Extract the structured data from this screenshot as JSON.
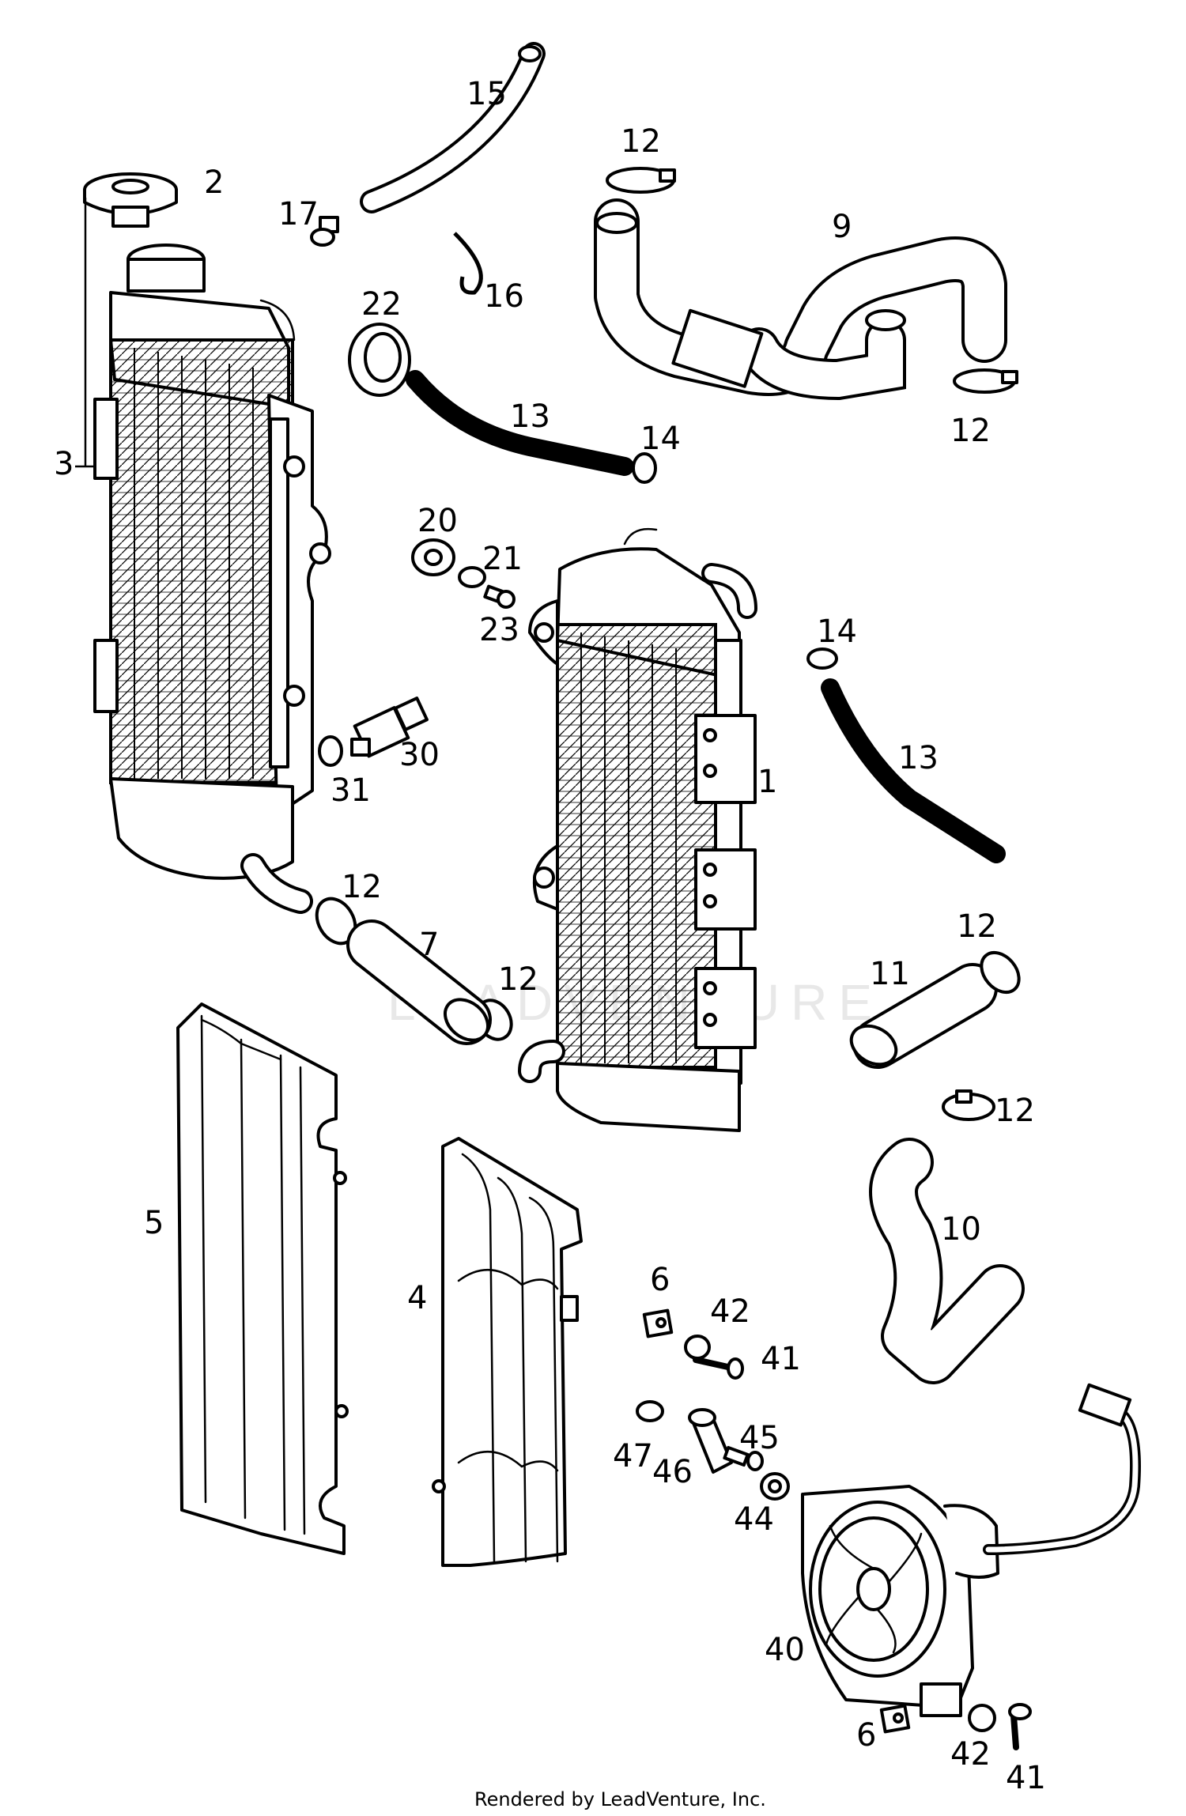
{
  "diagram": {
    "watermark": "LEADVENTURE",
    "footer": "Rendered by LeadVenture, Inc.",
    "callouts": [
      {
        "id": "c15",
        "text": "15"
      },
      {
        "id": "c12a",
        "text": "12"
      },
      {
        "id": "c2",
        "text": "2"
      },
      {
        "id": "c17",
        "text": "17"
      },
      {
        "id": "c9",
        "text": "9"
      },
      {
        "id": "c16",
        "text": "16"
      },
      {
        "id": "c22",
        "text": "22"
      },
      {
        "id": "c13a",
        "text": "13"
      },
      {
        "id": "c14a",
        "text": "14"
      },
      {
        "id": "c12b",
        "text": "12"
      },
      {
        "id": "c3",
        "text": "3"
      },
      {
        "id": "c20",
        "text": "20"
      },
      {
        "id": "c21",
        "text": "21"
      },
      {
        "id": "c23",
        "text": "23"
      },
      {
        "id": "c14b",
        "text": "14"
      },
      {
        "id": "c13b",
        "text": "13"
      },
      {
        "id": "c30",
        "text": "30"
      },
      {
        "id": "c31",
        "text": "31"
      },
      {
        "id": "c1",
        "text": "1"
      },
      {
        "id": "c12c",
        "text": "12"
      },
      {
        "id": "c7",
        "text": "7"
      },
      {
        "id": "c12d",
        "text": "12"
      },
      {
        "id": "c11",
        "text": "11"
      },
      {
        "id": "c12e",
        "text": "12"
      },
      {
        "id": "c12f",
        "text": "12"
      },
      {
        "id": "c5",
        "text": "5"
      },
      {
        "id": "c10",
        "text": "10"
      },
      {
        "id": "c4",
        "text": "4"
      },
      {
        "id": "c6a",
        "text": "6"
      },
      {
        "id": "c42a",
        "text": "42"
      },
      {
        "id": "c41a",
        "text": "41"
      },
      {
        "id": "c45",
        "text": "45"
      },
      {
        "id": "c47",
        "text": "47"
      },
      {
        "id": "c46",
        "text": "46"
      },
      {
        "id": "c44",
        "text": "44"
      },
      {
        "id": "c40",
        "text": "40"
      },
      {
        "id": "c6b",
        "text": "6"
      },
      {
        "id": "c42b",
        "text": "42"
      },
      {
        "id": "c41b",
        "text": "41"
      }
    ]
  }
}
